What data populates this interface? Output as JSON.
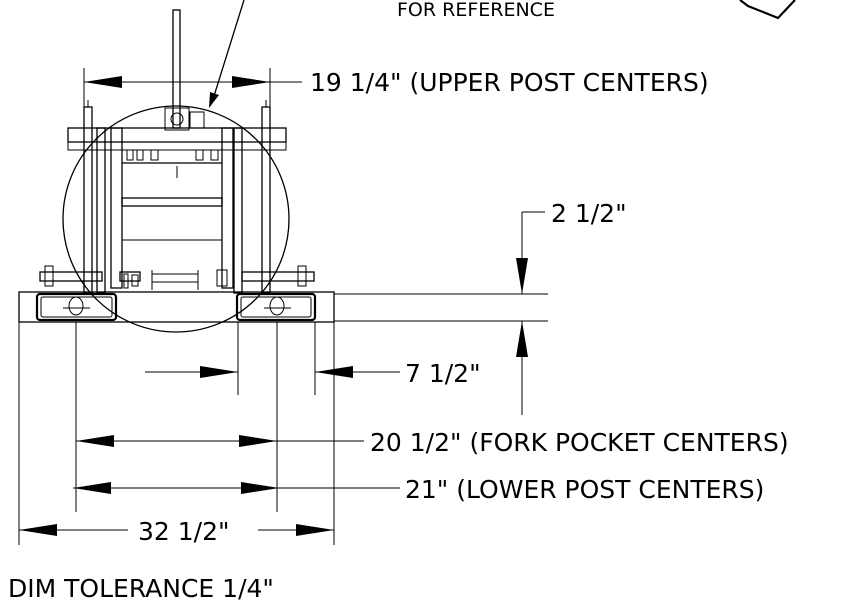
{
  "labels": {
    "reference_note": "FOR REFERENCE",
    "upper_post_centers": "19 1/4\" (UPPER POST  CENTERS)",
    "height_dim": "2 1/2\"",
    "gap_dim": "7 1/2\"",
    "fork_pocket_centers": "20 1/2\" (FORK POCKET CENTERS)",
    "lower_post_centers": "21\" (LOWER POST  CENTERS)",
    "overall_width": "32 1/2\"",
    "tolerance_note": "DIM TOLERANCE 1/4\""
  }
}
